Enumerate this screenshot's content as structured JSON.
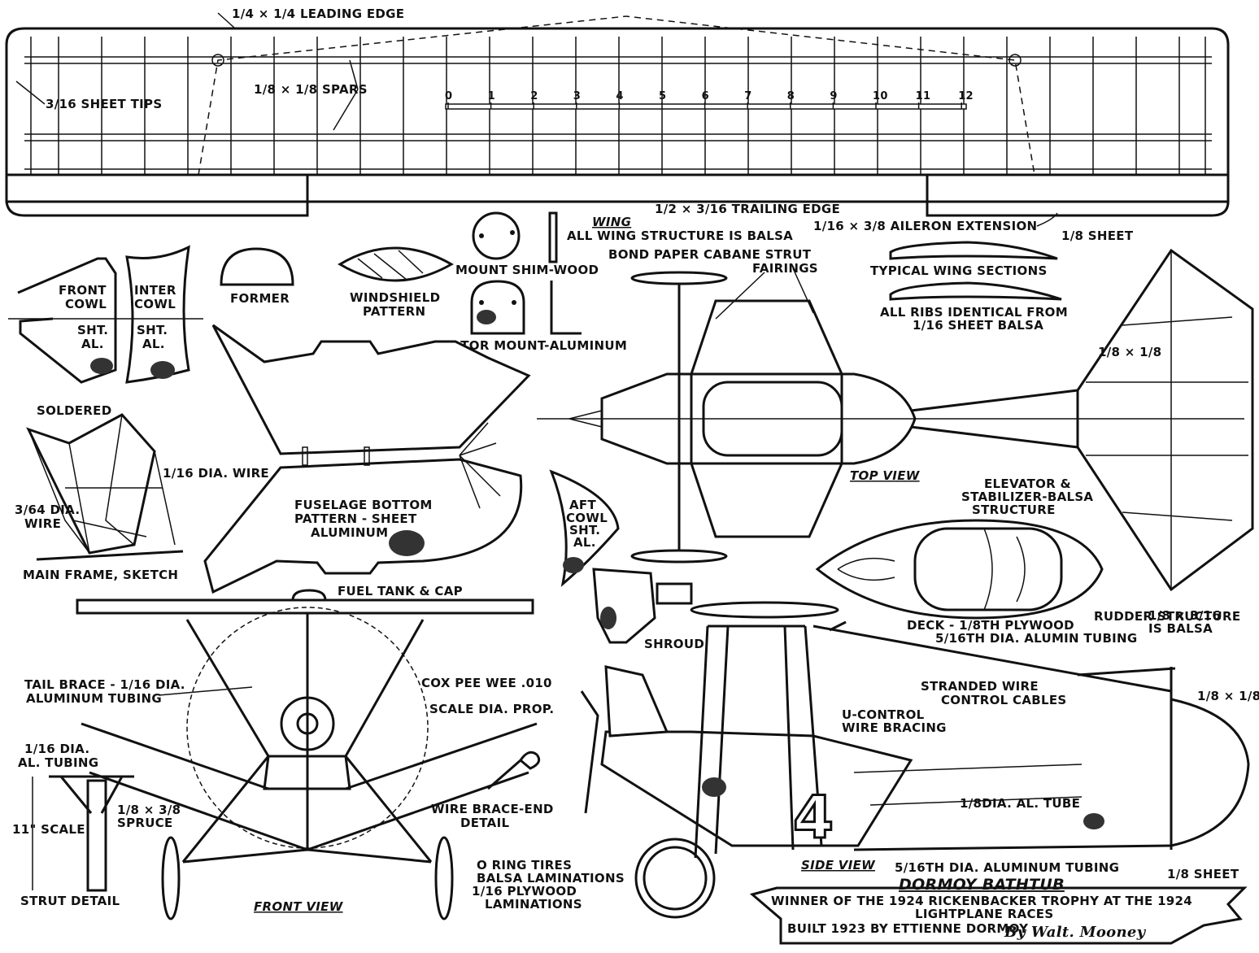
{
  "labels": {
    "leading_edge": "1/4 × 1/4 LEADING EDGE",
    "sheet_tips": "3/16 SHEET TIPS",
    "spars": "1/8 × 1/8 SPARS",
    "trailing_edge": "1/2 × 3/16 TRAILING EDGE",
    "aileron_ext": "1/16 × 3/8 AILERON EXTENSION",
    "wing_title": "WING",
    "wing_note": "ALL WING STRUCTURE IS BALSA",
    "cabane": "BOND PAPER CABANE STRUT",
    "fairings": "FAIRINGS",
    "mount_shim": "MOUNT SHIM-WOOD",
    "motor_mount": "MOTOR MOUNT-ALUMINUM",
    "front_cowl_1": "FRONT",
    "front_cowl_2": "COWL",
    "front_cowl_3": "SHT.",
    "front_cowl_4": "AL.",
    "inter_cowl_1": "INTER",
    "inter_cowl_2": "COWL",
    "inter_cowl_3": "SHT.",
    "inter_cowl_4": "AL.",
    "former": "FORMER",
    "windshield_1": "WINDSHIELD",
    "windshield_2": "PATTERN",
    "typical_sections": "TYPICAL WING SECTIONS",
    "ribs_1": "ALL RIBS IDENTICAL FROM",
    "ribs_2": "1/16 SHEET BALSA",
    "sheet_18": "1/8 SHEET",
    "sq_18": "1/8 × 1/8",
    "soldered": "SOLDERED",
    "wire_116": "1/16 DIA. WIRE",
    "wire_364_1": "3/64 DIA.",
    "wire_364_2": "WIRE",
    "main_frame": "MAIN FRAME, SKETCH",
    "fus_bottom_1": "FUSELAGE BOTTOM",
    "fus_bottom_2": "PATTERN - SHEET",
    "fus_bottom_3": "ALUMINUM",
    "aft_cowl_1": "AFT",
    "aft_cowl_2": "COWL",
    "aft_cowl_3": "SHT.",
    "aft_cowl_4": "AL.",
    "top_view": "TOP VIEW",
    "elevator_1": "ELEVATOR &",
    "elevator_2": "STABILIZER-BALSA",
    "elevator_3": "STRUCTURE",
    "deck": "DECK - 1/8TH PLYWOOD",
    "rudder_dim": "1/8 × 3/16",
    "rudder_1": "RUDDER STRUCTURE",
    "rudder_2": "IS BALSA",
    "alum_tubing": "5/16TH DIA. ALUMIN TUBING",
    "fuel_tank": "FUEL TANK & CAP",
    "shroud": "SHROUD",
    "tail_brace_1": "TAIL BRACE - 1/16 DIA.",
    "tail_brace_2": "ALUMINUM TUBING",
    "cox": "COX PEE WEE .010",
    "scale_prop": "SCALE DIA. PROP.",
    "stranded_1": "STRANDED WIRE",
    "stranded_2": "CONTROL CABLES",
    "ucontrol_1": "U-CONTROL",
    "ucontrol_2": "WIRE BRACING",
    "sq_18_b": "1/8 × 1/8",
    "al_tubing_1": "1/16 DIA.",
    "al_tubing_2": "AL. TUBING",
    "spruce_1": "1/8 × 3/8",
    "spruce_2": "SPRUCE",
    "scale_11": "11\" SCALE",
    "strut_detail": "STRUT DETAIL",
    "wire_end_1": "WIRE BRACE-END",
    "wire_end_2": "DETAIL",
    "al_tube": "1/8DIA. AL. TUBE",
    "oring": "O RING TIRES",
    "balsa_lam": "BALSA LAMINATIONS",
    "ply_lam_1": "1/16 PLYWOOD",
    "ply_lam_2": "LAMINATIONS",
    "front_view": "FRONT VIEW",
    "side_view": "SIDE VIEW",
    "al_tubing_side": "5/16TH DIA. ALUMINUM TUBING",
    "sheet_18_b": "1/8 SHEET",
    "number": "4"
  },
  "scale_ticks": [
    "0",
    "1",
    "2",
    "3",
    "4",
    "5",
    "6",
    "7",
    "8",
    "9",
    "10",
    "11",
    "12"
  ],
  "title_block": {
    "title": "DORMOY BATHTUB",
    "line1": "WINNER OF THE 1924 RICKENBACKER TROPHY AT THE 1924",
    "line2": "LIGHTPLANE RACES",
    "line3": "BUILT 1923 BY ETTIENNE DORMOY",
    "signature": "By Walt. Mooney"
  }
}
